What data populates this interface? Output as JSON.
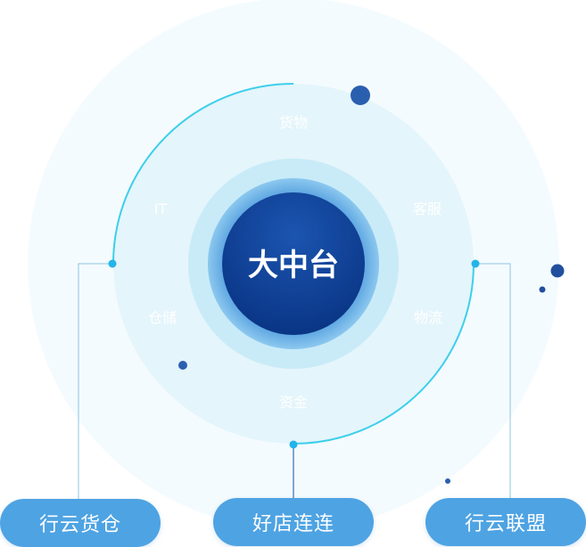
{
  "core": {
    "label": "大中台"
  },
  "ring_labels": {
    "top": "货物",
    "upper_left": "IT",
    "upper_right": "客服",
    "lower_left": "仓储",
    "lower_right": "物流",
    "bottom": "资金"
  },
  "outputs": {
    "left": "行云货仓",
    "center": "好店连连",
    "right": "行云联盟"
  },
  "colors": {
    "halo": "#f4fbfe",
    "ring": "#e4f5fb",
    "arc": "#3ccfeb",
    "inner_glow": "#c9ebf8",
    "core_mid": "#5a9fdc",
    "core": "#0d3d91",
    "dot": "#2a5fb0",
    "pill": "#4ea3e3",
    "connector": "#8ec4e0"
  }
}
